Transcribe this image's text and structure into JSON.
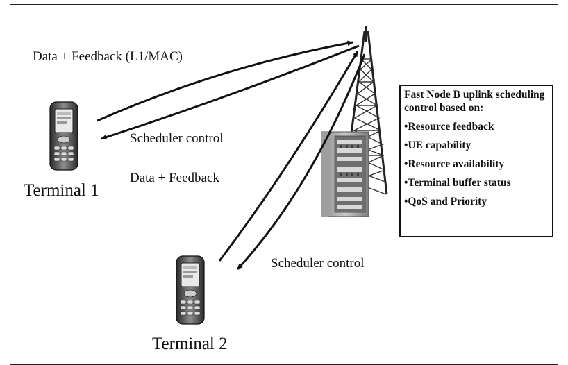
{
  "edges": {
    "t1_uplink": "Data + Feedback (L1/MAC)",
    "t1_downlink": "Scheduler control",
    "t2_uplink": "Data + Feedback",
    "t2_downlink": "Scheduler control"
  },
  "terminals": {
    "t1": "Terminal 1",
    "t2": "Terminal 2"
  },
  "infobox": {
    "heading": "Fast Node B uplink scheduling control based on:",
    "bullets": [
      "•Resource feedback",
      "•UE capability",
      "•Resource availability",
      "•Terminal buffer status",
      "•QoS and Priority"
    ]
  },
  "icons": {
    "phone": "mobile-phone-icon",
    "tower": "cell-tower-icon",
    "cabinet": "node-b-cabinet-icon"
  }
}
